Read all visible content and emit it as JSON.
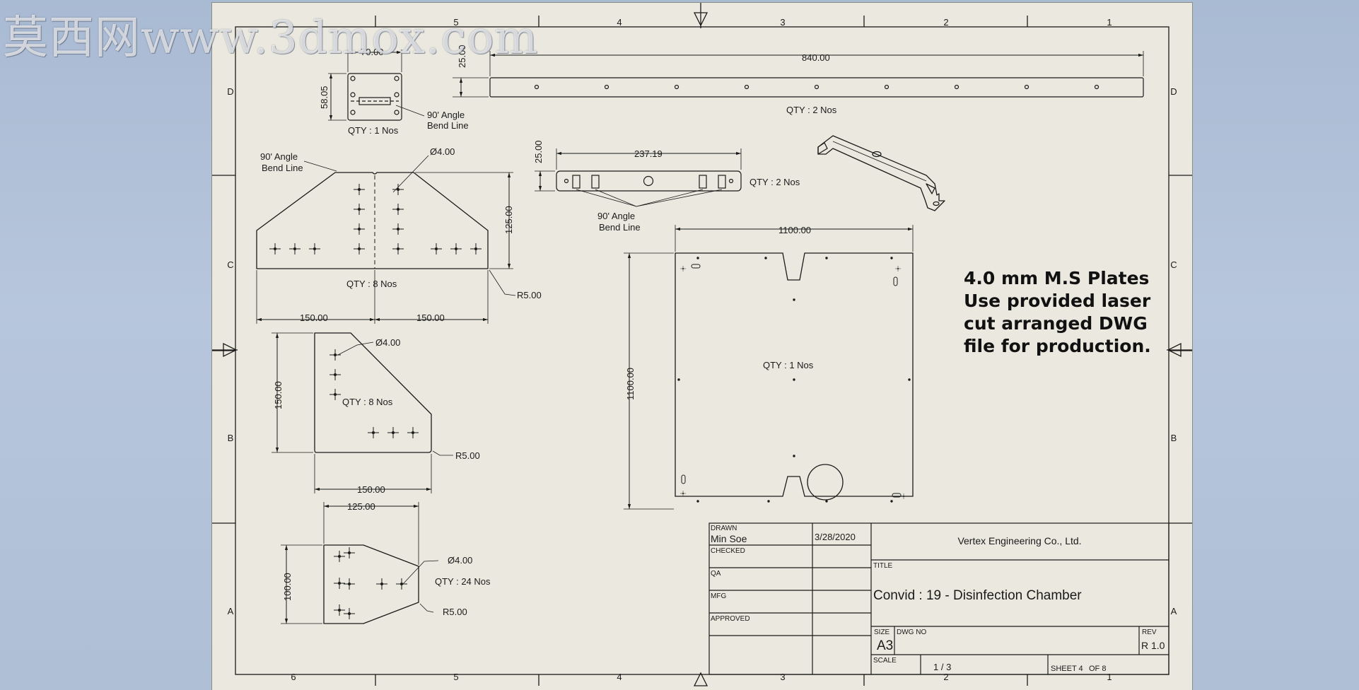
{
  "watermark": "莫西网www.3dmox.com",
  "border": {
    "top_zones": [
      "5",
      "4",
      "3",
      "2",
      "1"
    ],
    "bottom_zones": [
      "6",
      "5",
      "4",
      "3",
      "2",
      "1"
    ],
    "left_rows": [
      "D",
      "C",
      "B",
      "A"
    ],
    "right_rows": [
      "D",
      "C",
      "B",
      "A"
    ]
  },
  "parts": {
    "small_plate": {
      "width": "70.00",
      "height": "58.05",
      "bend_1": "90' Angle",
      "bend_2": "Bend Line",
      "qty": "QTY : 1 Nos"
    },
    "long_bar": {
      "height": "25.00",
      "length": "840.00",
      "qty": "QTY : 2 Nos"
    },
    "bracket_plate": {
      "bend_1": "90' Angle",
      "bend_2": "Bend Line",
      "hole": "Ø4.00",
      "height": "125.00",
      "radius": "R5.00",
      "qty": "QTY : 8 Nos",
      "width_left": "150.00",
      "width_right": "150.00"
    },
    "short_bar": {
      "height": "25.00",
      "length": "237.19",
      "qty": "QTY : 2 Nos",
      "bend_1": "90' Angle",
      "bend_2": "Bend Line"
    },
    "main_plate": {
      "width": "1100.00",
      "height": "1100.00",
      "qty": "QTY : 1 Nos"
    },
    "corner_plate": {
      "hole": "Ø4.00",
      "height": "150.00",
      "qty": "QTY : 8 Nos",
      "radius": "R5.00",
      "width": "150.00"
    },
    "gusset_plate": {
      "width": "125.00",
      "height": "100.00",
      "hole": "Ø4.00",
      "qty": "QTY : 24 Nos",
      "radius": "R5.00"
    }
  },
  "note": {
    "lines": [
      "4.0 mm M.S Plates",
      "Use provided laser",
      "cut arranged DWG",
      "file for production."
    ]
  },
  "title_block": {
    "drawn_label": "DRAWN",
    "drawn_by": "Min Soe",
    "drawn_date": "3/28/2020",
    "checked_label": "CHECKED",
    "qa_label": "QA",
    "mfg_label": "MFG",
    "approved_label": "APPROVED",
    "company": "Vertex Engineering Co., Ltd.",
    "title_label": "TITLE",
    "title": "Convid : 19 - Disinfection Chamber",
    "size_label": "SIZE",
    "size": "A3",
    "dwg_no_label": "DWG NO",
    "rev_label": "REV",
    "rev": "R 1.0",
    "scale_label": "SCALE",
    "scale": "1 / 3",
    "sheet_label": "SHEET 4",
    "of_label": "OF 8"
  },
  "colors": {
    "paper": "#ebe9df",
    "ink": "#1a1a1a",
    "background": "#b3c3d9"
  }
}
